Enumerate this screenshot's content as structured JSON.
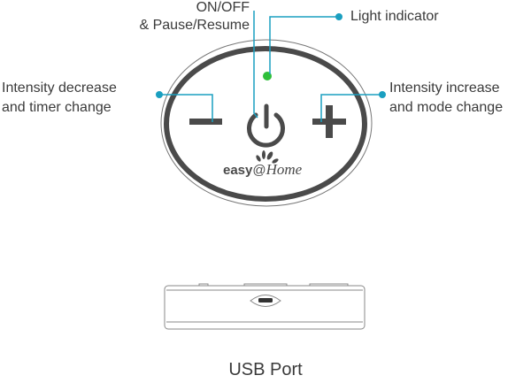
{
  "labels": {
    "power_line1": "ON/OFF",
    "power_line2": "& Pause/Resume",
    "light": "Light indicator",
    "decrease_line1": "Intensity decrease",
    "decrease_line2": "and timer change",
    "increase_line1": "Intensity increase",
    "increase_line2": "and mode change",
    "usb": "USB Port"
  },
  "logo": {
    "left": "easy",
    "at": "@",
    "right": "Home"
  },
  "colors": {
    "callout": "#1a9fc0",
    "led": "#2fbf3a",
    "device": "#4a4a4a"
  }
}
